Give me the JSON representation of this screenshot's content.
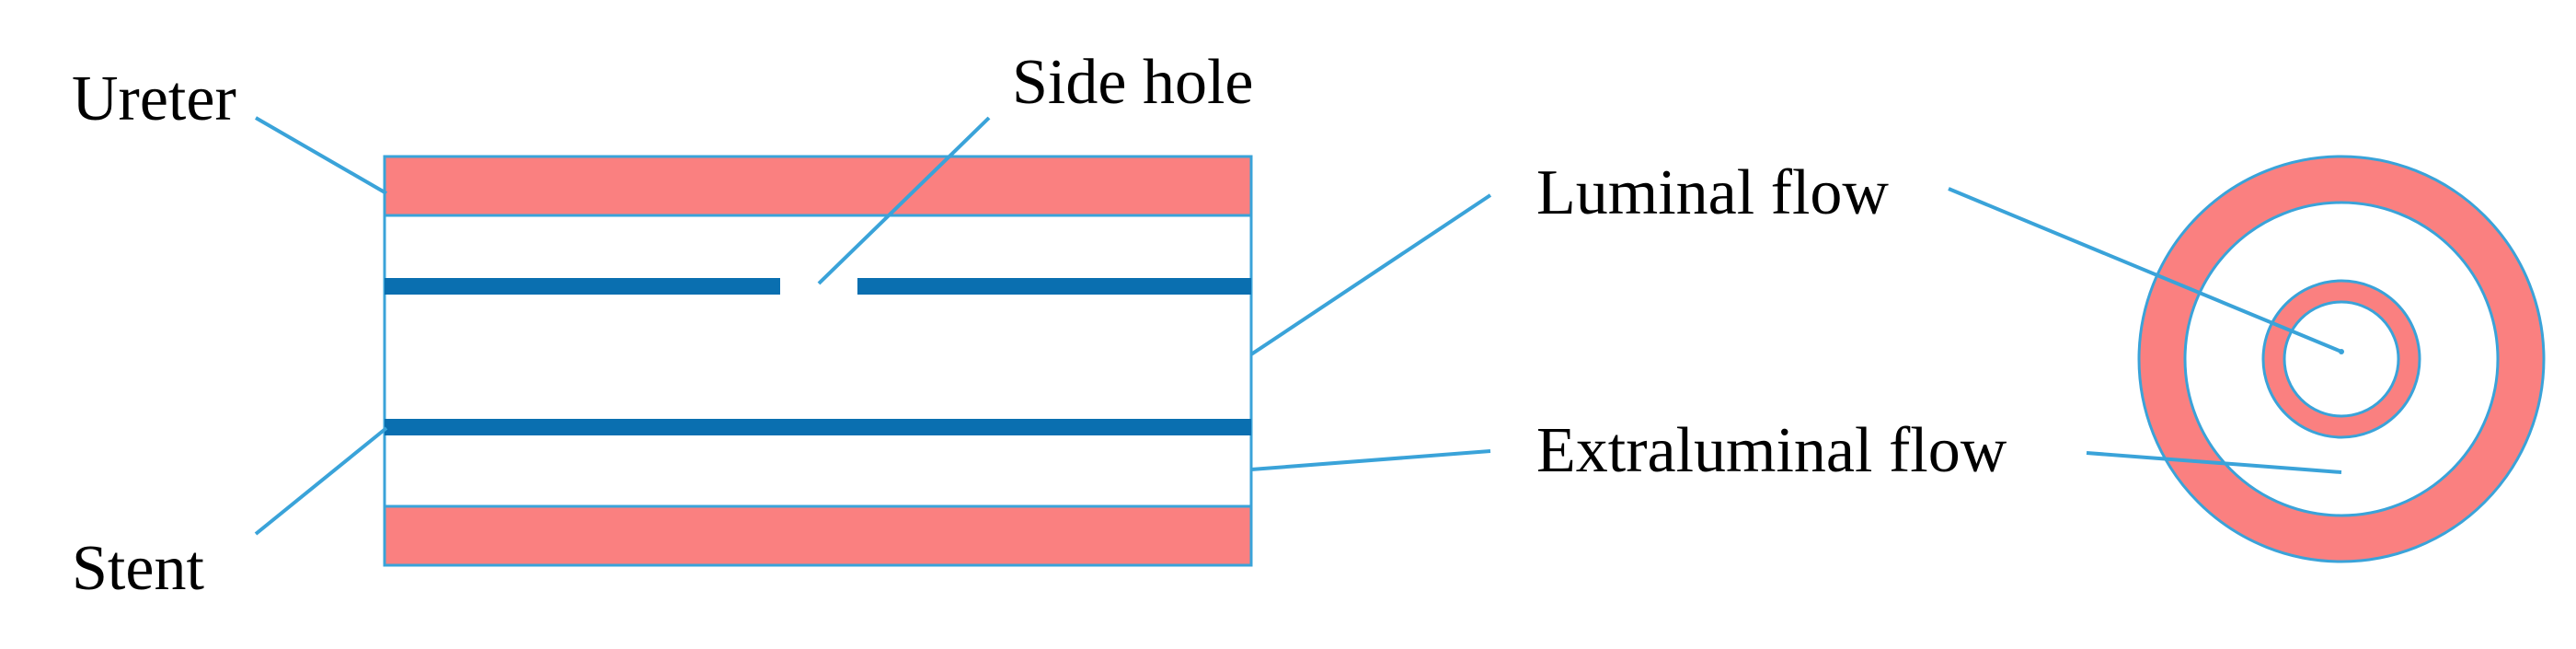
{
  "labels": {
    "ureter": "Ureter",
    "side_hole": "Side hole",
    "stent": "Stent",
    "luminal_flow": "Luminal flow",
    "extraluminal_flow": "Extraluminal flow"
  },
  "colors": {
    "ureter_wall": "#fa8080",
    "outline": "#3aa3d9",
    "stent": "#0a6fb0",
    "leader_line": "#3aa3d9",
    "text": "#000000",
    "background": "#ffffff"
  }
}
